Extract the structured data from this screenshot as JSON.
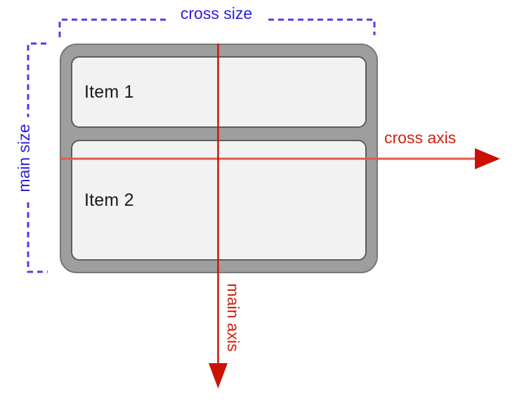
{
  "diagram": {
    "subject": "flexbox column container axes diagram"
  },
  "container": {
    "items": [
      {
        "label": "Item 1"
      },
      {
        "label": "Item 2"
      }
    ]
  },
  "annotations": {
    "cross_size": "cross size",
    "main_size": "main size",
    "cross_axis": "cross axis",
    "main_axis": "main axis"
  },
  "colors": {
    "annotation_blue_text": "#2d1dd9",
    "annotation_blue_dash": "#4c3cee",
    "axis_red_dark": "#c5190b",
    "axis_red_light": "#e05a4e",
    "axis_label_red": "#d2200f",
    "container_fill": "#9e9e9e",
    "container_border": "#787878",
    "item_fill": "#f2f2f2",
    "item_border": "#5d5d5d",
    "item_text": "#1a1a1a",
    "background": "#ffffff"
  }
}
